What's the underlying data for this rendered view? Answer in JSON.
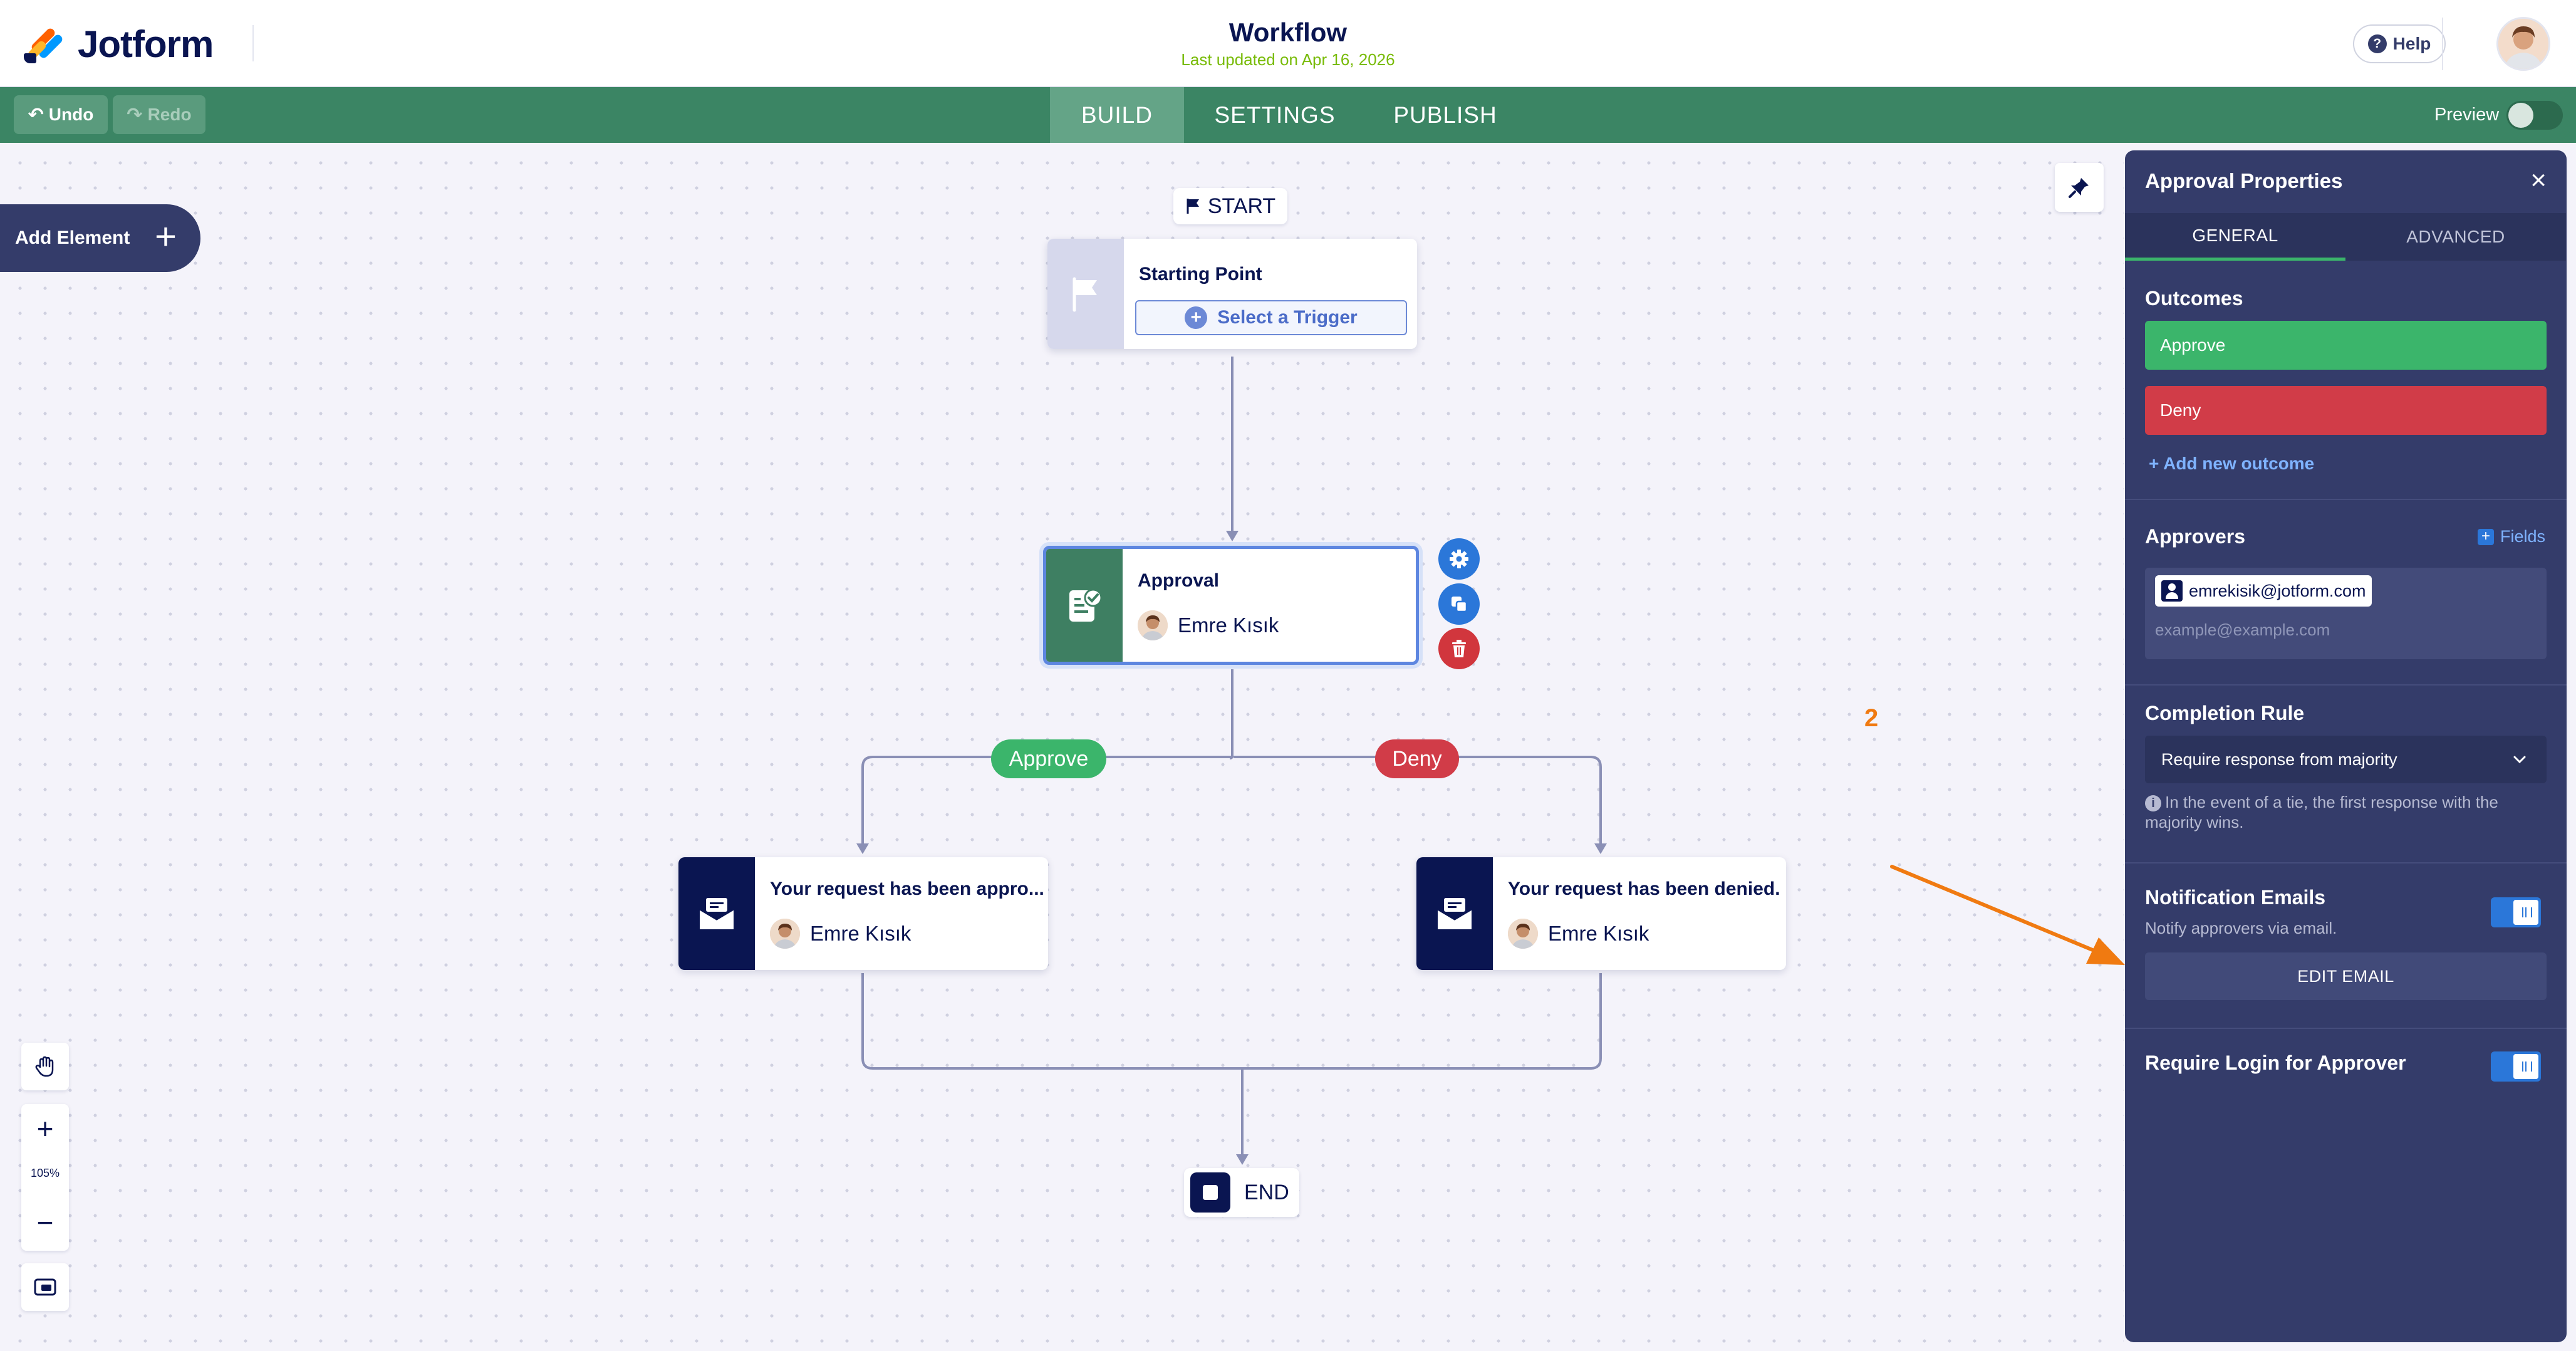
{
  "app": {
    "logo_text": "Jotform",
    "title": "Workflow",
    "last_updated": "Last updated on Apr 16, 2026",
    "help_label": "Help"
  },
  "toolbar": {
    "undo_label": "Undo",
    "redo_label": "Redo",
    "tabs": [
      "BUILD",
      "SETTINGS",
      "PUBLISH"
    ],
    "active_tab": "BUILD",
    "preview_label": "Preview"
  },
  "canvas": {
    "add_element_label": "Add Element",
    "start_label": "START",
    "end_label": "END",
    "start_node": {
      "title": "Starting Point",
      "trigger_label": "Select a Trigger"
    },
    "approval_node": {
      "title": "Approval",
      "assignee": "Emre Kısık"
    },
    "branches": {
      "approve": "Approve",
      "deny": "Deny"
    },
    "approve_email_node": {
      "title": "Your request has been appro...",
      "assignee": "Emre Kısık"
    },
    "deny_email_node": {
      "title": "Your request has been denied.",
      "assignee": "Emre Kısık"
    },
    "zoom_level": "105%",
    "annotation_number": "2"
  },
  "panel": {
    "title": "Approval Properties",
    "tabs": [
      "GENERAL",
      "ADVANCED"
    ],
    "active_tab": "GENERAL",
    "outcomes_label": "Outcomes",
    "outcomes": [
      {
        "label": "Approve",
        "color": "#3bb56b"
      },
      {
        "label": "Deny",
        "color": "#d13c48"
      }
    ],
    "add_outcome_label": "+ Add new outcome",
    "approvers_label": "Approvers",
    "fields_label": "Fields",
    "approver_email": "emrekisik@jotform.com",
    "approver_placeholder": "example@example.com",
    "completion_rule_label": "Completion Rule",
    "completion_rule_value": "Require response from majority",
    "completion_rule_note": "In the event of a tie, the first response with the majority wins.",
    "notification_label": "Notification Emails",
    "notification_sub": "Notify approvers via email.",
    "notification_enabled": true,
    "edit_email_label": "EDIT EMAIL",
    "require_login_label": "Require Login for Approver",
    "require_login_enabled": true
  },
  "colors": {
    "toolbar_green": "#3b8564",
    "panel_bg": "#343c6a",
    "approve_green": "#3bb56b",
    "deny_red": "#d13c48",
    "annotation_orange": "#f07a11"
  }
}
